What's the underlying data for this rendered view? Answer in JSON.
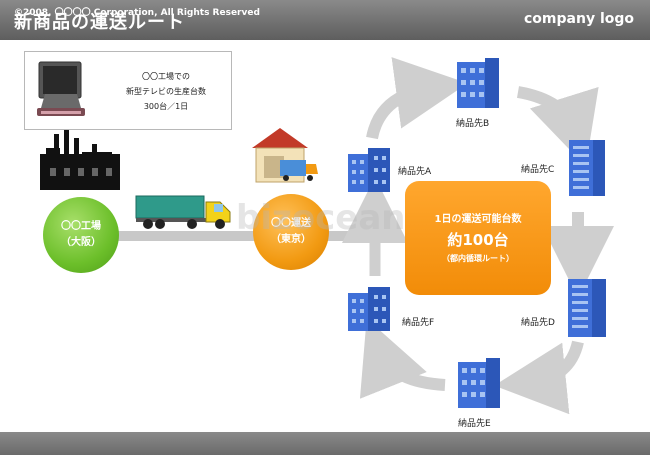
{
  "header": {
    "title": "新商品の運送ルート",
    "logo": "company logo"
  },
  "info": {
    "lines": [
      "〇〇工場での",
      "新型テレビの生産台数",
      "300台／1日"
    ]
  },
  "factory": {
    "line1": "〇〇工場",
    "line2": "（大阪）"
  },
  "transport": {
    "line1": "〇〇運送",
    "line2": "（東京）"
  },
  "center": {
    "line1": "1日の運送可能台数",
    "line2": "約100台",
    "line3": "（都内循環ルート）"
  },
  "destinations": {
    "a": "納品先A",
    "b": "納品先B",
    "c": "納品先C",
    "d": "納品先D",
    "e": "納品先E",
    "f": "納品先F"
  },
  "watermark": "bizocean",
  "footer": {
    "text": "©2008, 〇〇〇〇 Corporation, All Rights Reserved"
  },
  "colors": {
    "green": "#6cbf2a",
    "orange": "#f29a12",
    "building": "#3f6fd8",
    "arrow": "#cfcfcf"
  }
}
